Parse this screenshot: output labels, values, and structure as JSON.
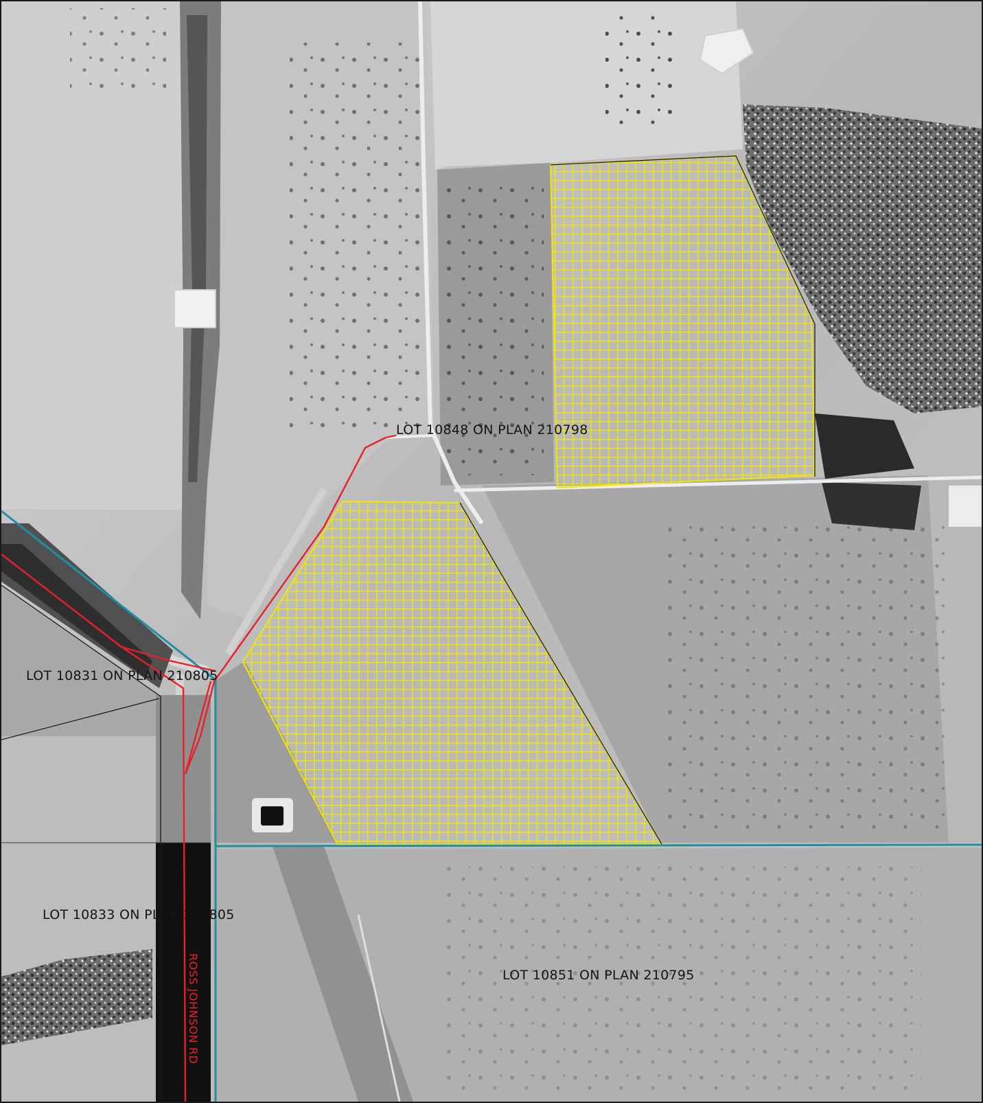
{
  "map": {
    "colors": {
      "hatch": "#f2e600",
      "boundary": "#1f8fa3",
      "road_line": "#e8202a",
      "lot_line": "#1a1a1a",
      "paddock_light": "#c9c9c9",
      "paddock_mid": "#a3a3a3",
      "bush_dark": "#3a3a3a",
      "road_strip": "#111111"
    },
    "labels": {
      "lot_10848": "LOT 10848 ON PLAN 210798",
      "lot_10831": "LOT 10831 ON PLAN 210805",
      "lot_10833": "LOT 10833 ON PLAN 210805",
      "lot_10851": "LOT 10851 ON PLAN 210795",
      "road": "ROSS JOHNSON RD"
    },
    "icons": {
      "dam_north": "farm-dam",
      "dam_northwest": "farm-dam",
      "dam_south": "farm-dam"
    }
  }
}
